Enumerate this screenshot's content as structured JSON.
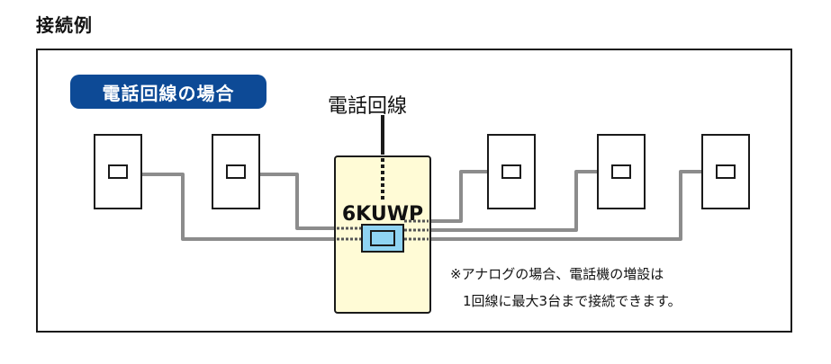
{
  "title": "接続例",
  "badge": "電話回線の場合",
  "line_label": "電話回線",
  "model": "6KUWP",
  "note_line1": "※アナログの場合、電話機の増設は",
  "note_line2": "1回線に最大3台まで接続できます。",
  "colors": {
    "badge_bg": "#0d4a96",
    "device_bg": "#fffbd6",
    "port_bg": "#8fd3f2",
    "cable": "#8c8c8c",
    "frame": "#1a1a1a"
  }
}
